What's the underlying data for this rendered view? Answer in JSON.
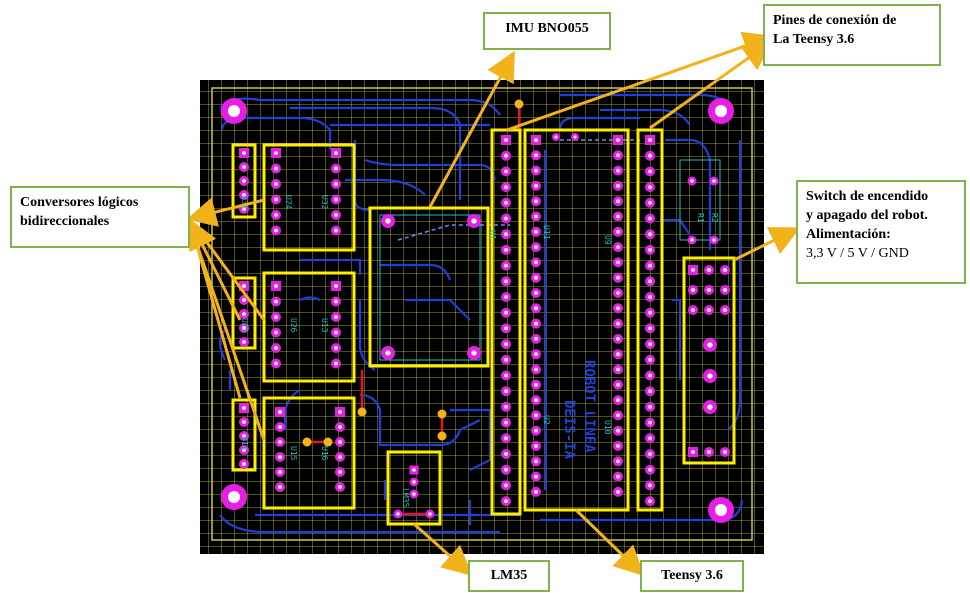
{
  "colors": {
    "board": "#000000",
    "grid": "#c9c94a",
    "trace": "#1f3fd6",
    "pad": "#e61ee6",
    "highlight": "#ffee00",
    "arrow": "#f2b21c",
    "callout_border": "#7fb24a",
    "silk": "#19c3c3"
  },
  "callouts": {
    "imu": "IMU BNO055",
    "pines": [
      "Pines de conexión de",
      "La Teensy 3.6"
    ],
    "conversores": [
      "Conversores lógicos",
      "bidireccionales"
    ],
    "switch": {
      "bold": [
        "Switch de encendido",
        "y apagado del robot.",
        "Alimentación:"
      ],
      "plain": "3,3 V / 5 V / GND"
    },
    "lm35": "LM35",
    "teensy": "Teensy 3.6"
  },
  "silkscreen": {
    "u1": "U1",
    "u2": "U2",
    "u9": "U9",
    "u10": "U10",
    "u11": "U11",
    "u13": "U13",
    "u14": "U14",
    "u15": "U15",
    "u16": "U16",
    "u24": "U24",
    "u25": "U25",
    "u26": "U26",
    "u31": "U31",
    "u32": "U32",
    "r1": "R1",
    "r2": "R2",
    "lm35": "LM35",
    "pcb_text": [
      "DEIS-IA",
      "ROBOT LINEA"
    ]
  }
}
